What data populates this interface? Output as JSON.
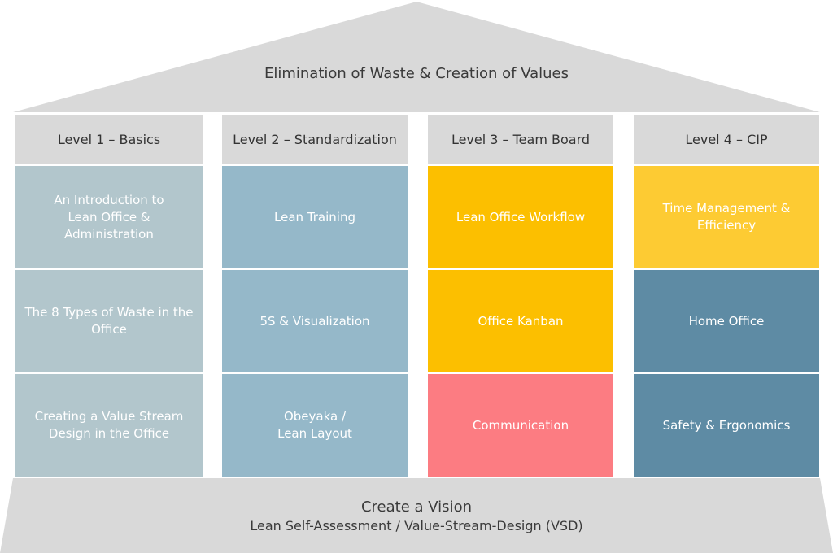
{
  "roof": {
    "title": "Elimination of Waste & Creation of Values",
    "color": "#d9d9d9"
  },
  "columns": [
    {
      "header": "Level 1 – Basics",
      "cells": [
        {
          "label": "An Introduction to\nLean Office & Administration",
          "color": "#b2c6cc"
        },
        {
          "label": "The 8 Types of Waste in the\nOffice",
          "color": "#b2c6cc"
        },
        {
          "label": "Creating a Value Stream\nDesign in the Office",
          "color": "#b2c6cc"
        }
      ]
    },
    {
      "header": "Level 2 – Standardization",
      "cells": [
        {
          "label": "Lean Training",
          "color": "#95b8c9"
        },
        {
          "label": "5S & Visualization",
          "color": "#95b8c9"
        },
        {
          "label": "Obeyaka /\nLean Layout",
          "color": "#95b8c9"
        }
      ]
    },
    {
      "header": "Level 3 – Team Board",
      "cells": [
        {
          "label": "Lean Office Workflow",
          "color": "#fcbf00"
        },
        {
          "label": "Office Kanban",
          "color": "#fcbf00"
        },
        {
          "label": "Communication",
          "color": "#fc7c82"
        }
      ]
    },
    {
      "header": "Level 4 – CIP",
      "cells": [
        {
          "label": "Time Management &\nEfficiency",
          "color": "#fdcb33"
        },
        {
          "label": "Home Office",
          "color": "#5e8ba4"
        },
        {
          "label": "Safety & Ergonomics",
          "color": "#5e8ba4"
        }
      ]
    }
  ],
  "base": {
    "title": "Create a Vision",
    "subtitle": "Lean Self-Assessment / Value-Stream-Design (VSD)",
    "color": "#d9d9d9"
  }
}
